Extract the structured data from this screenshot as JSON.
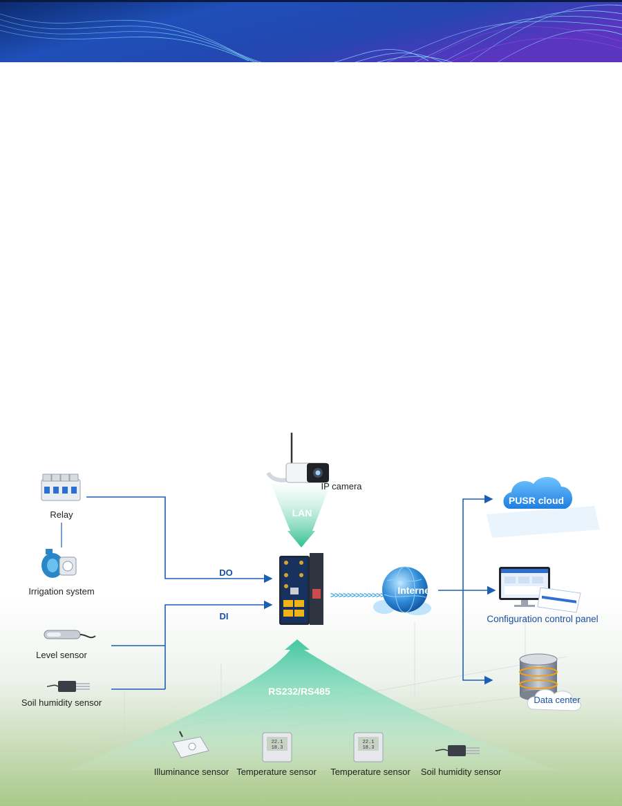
{
  "banner": {
    "colors": [
      "#0a1f5c",
      "#1e3fa8",
      "#3ec7ea",
      "#8b5cf6"
    ]
  },
  "diagram": {
    "left_devices": {
      "relay": "Relay",
      "irrigation": "Irrigation system",
      "level_sensor": "Level sensor",
      "soil_humidity": "Soil humidity sensor"
    },
    "ip_camera": "IP camera",
    "lan": "LAN",
    "do": "DO",
    "di": "DI",
    "internet": "Internet",
    "rs": "RS232/RS485",
    "outputs": {
      "cloud": "PUSR cloud",
      "panel": "Configuration control panel",
      "data_center": "Data center"
    },
    "bottom_sensors": [
      "Illuminance sensor",
      "Temperature sensor",
      "Temperature sensor",
      "Soil humidity sensor"
    ],
    "colors": {
      "line_blue": "#1a5fb4",
      "accent_green": "#3ac49a",
      "cloud_blue": "#2f8fe8"
    }
  }
}
